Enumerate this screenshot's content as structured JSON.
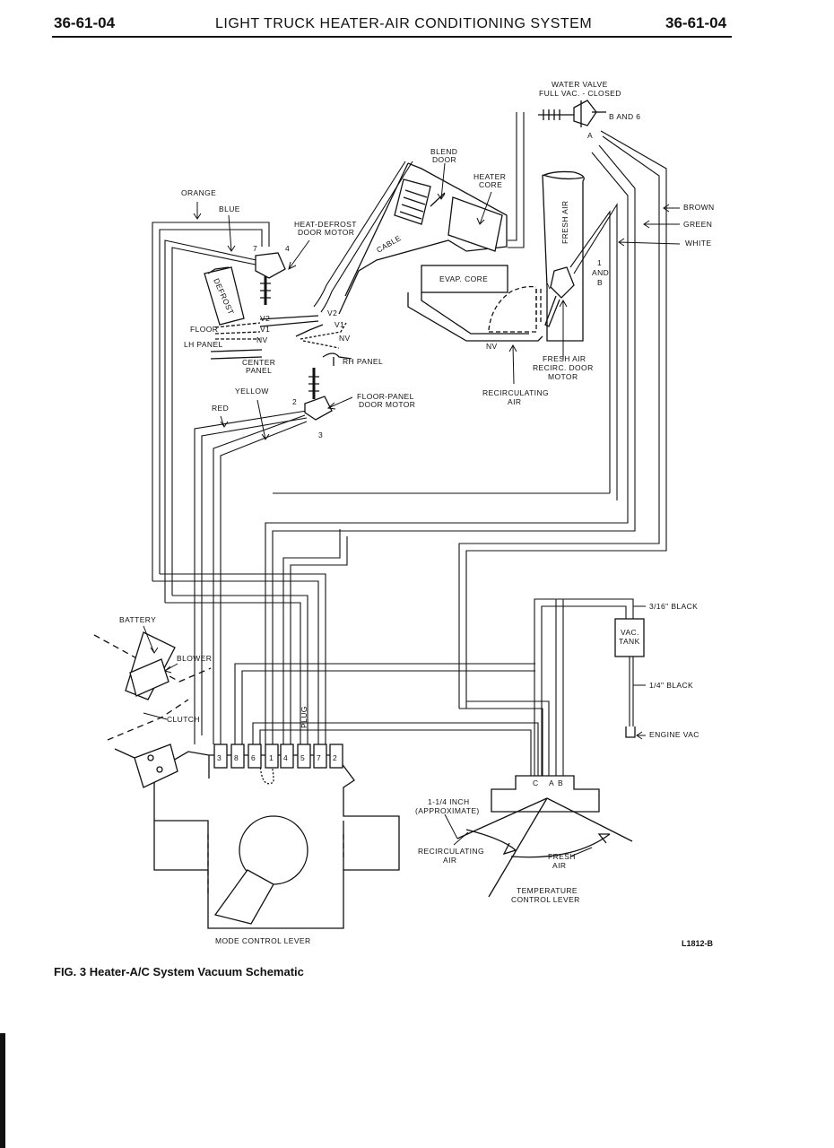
{
  "header": {
    "page_left": "36-61-04",
    "title": "LIGHT TRUCK HEATER-AIR CONDITIONING SYSTEM",
    "page_right": "36-61-04"
  },
  "labels": {
    "water_valve": "WATER VALVE",
    "full_vac_closed": "FULL VAC. - CLOSED",
    "b_and_6": "B AND 6",
    "a": "A",
    "blend_door_1": "BLEND",
    "blend_door_2": "DOOR",
    "heater_core_1": "HEATER",
    "heater_core_2": "CORE",
    "orange": "ORANGE",
    "blue": "BLUE",
    "heat_defrost_1": "HEAT-DEFROST",
    "heat_defrost_2": "DOOR MOTOR",
    "fresh_air_duct": "FRESH AIR",
    "brown": "BROWN",
    "green": "GREEN",
    "white": "WHITE",
    "one": "1",
    "and": "AND",
    "b": "B",
    "defrost": "DEFROST",
    "cable": "CABLE",
    "evap_core": "EVAP. CORE",
    "v": "V",
    "v2": "V2",
    "v1": "V1",
    "nv": "NV",
    "floor": "FLOOR",
    "lh_panel": "LH PANEL",
    "rh_panel": "RH PANEL",
    "center_panel_1": "CENTER",
    "center_panel_2": "PANEL",
    "fresh_air_recirc_1": "FRESH AIR",
    "fresh_air_recirc_2": "RECIRC. DOOR",
    "fresh_air_recirc_3": "MOTOR",
    "recirculating_air_1": "RECIRCULATING",
    "recirculating_air_2": "AIR",
    "yellow": "YELLOW",
    "red": "RED",
    "two": "2",
    "three": "3",
    "seven": "7",
    "four": "4",
    "floor_panel_1": "FLOOR-PANEL",
    "floor_panel_2": "DOOR MOTOR",
    "black_316": "3/16\" BLACK",
    "vac_tank_1": "VAC.",
    "vac_tank_2": "TANK",
    "black_14": "1/4\" BLACK",
    "engine_vac": "ENGINE VAC",
    "battery": "BATTERY",
    "blower": "BLOWER",
    "clutch": "CLUTCH",
    "plug": "PLUG",
    "ports": [
      "3",
      "8",
      "6",
      "1",
      "4",
      "5",
      "7",
      "2"
    ],
    "c": "C",
    "inch_1": "1-1/4 INCH",
    "inch_2": "(APPROXIMATE)",
    "recirc_lever_1": "RECIRCULATING",
    "recirc_lever_2": "AIR",
    "fresh_lever_1": "FRESH",
    "fresh_lever_2": "AIR",
    "temp_lever_1": "TEMPERATURE",
    "temp_lever_2": "CONTROL LEVER",
    "mode_lever": "MODE CONTROL LEVER",
    "figure_code": "L1812-B"
  },
  "caption": "FIG. 3  Heater-A/C System Vacuum Schematic"
}
